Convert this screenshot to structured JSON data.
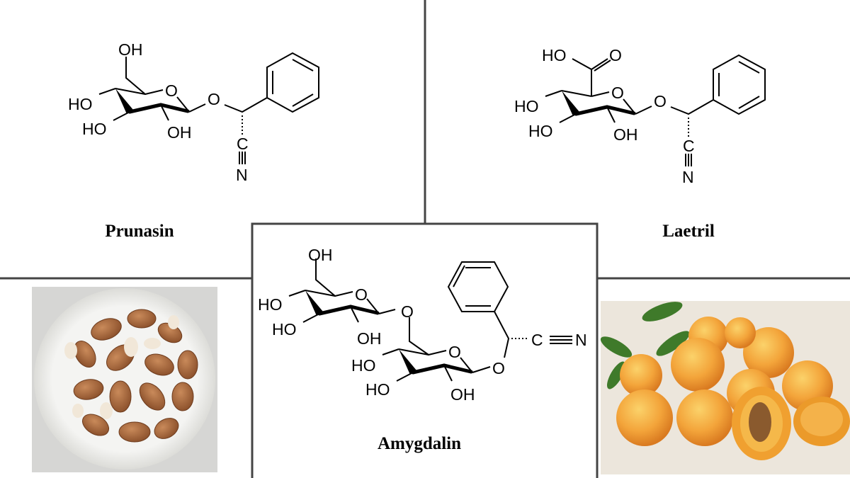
{
  "panels": {
    "prunasin": {
      "name": "Prunasin",
      "atoms": [
        "OH",
        "HO",
        "HO",
        "OH",
        "O",
        "O",
        "C",
        "N"
      ]
    },
    "laetril": {
      "name": "Laetril",
      "atoms": [
        "HO",
        "O",
        "HO",
        "HO",
        "OH",
        "O",
        "O",
        "C",
        "N"
      ]
    },
    "amygdalin": {
      "name": "Amygdalin",
      "atoms": [
        "OH",
        "HO",
        "HO",
        "OH",
        "O",
        "O",
        "HO",
        "HO",
        "OH",
        "O",
        "O",
        "C",
        "N"
      ]
    }
  },
  "photos": {
    "left": "almond-kernels-in-bowl",
    "right": "apricots"
  },
  "colors": {
    "divider": "#444444",
    "almond": "#a0633a",
    "apricot": "#f2a63a",
    "leaf": "#3f7a2a"
  }
}
